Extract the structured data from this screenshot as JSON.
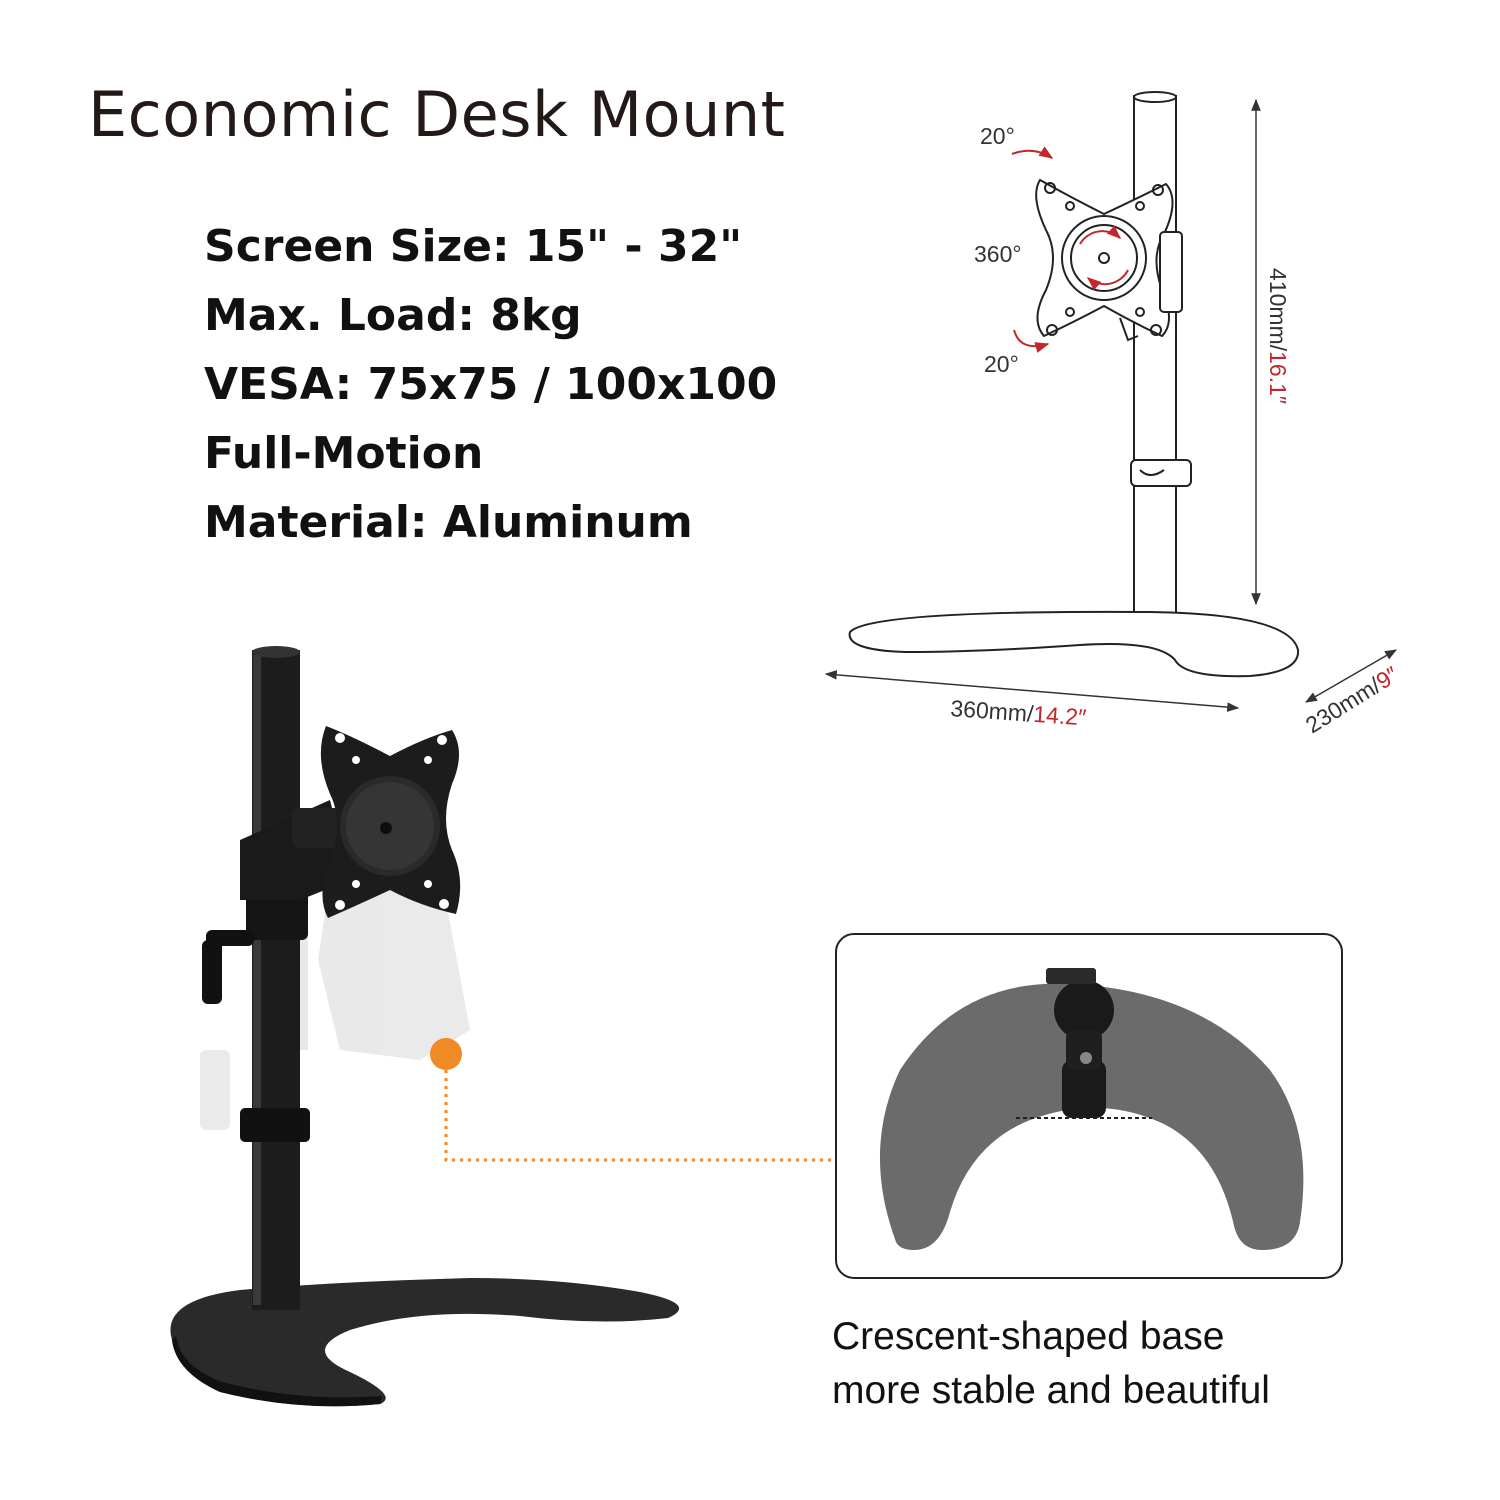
{
  "title": "Economic Desk Mount",
  "specs": [
    "Screen Size: 15\" - 32\"",
    "Max. Load: 8kg",
    "VESA: 75x75 / 100x100",
    "Full-Motion",
    "Material: Aluminum"
  ],
  "diagram": {
    "tilt_up": "20°",
    "rotate": "360°",
    "tilt_down": "20°",
    "height_metric": "410mm/",
    "height_imperial": "16.1″",
    "width_metric": "360mm/",
    "width_imperial": "14.2″",
    "depth_metric": "230mm/",
    "depth_imperial": "9″"
  },
  "caption": {
    "line1": "Crescent-shaped base",
    "line2": "more stable and beautiful"
  },
  "colors": {
    "accent_orange": "#f08a24",
    "dimension_red": "#c0282d",
    "stand_black": "#1c1c1c",
    "base_gray": "#6b6b6b"
  }
}
